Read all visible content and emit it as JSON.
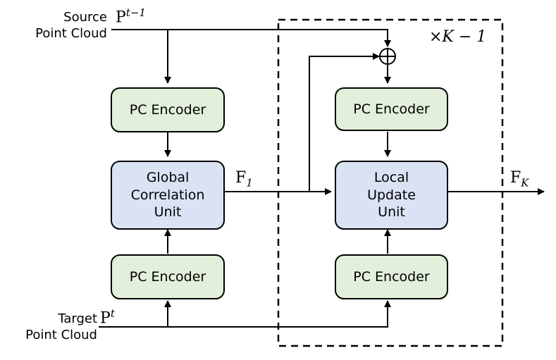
{
  "inputs": {
    "source_label_line1": "Source",
    "source_label_line2": "Point Cloud",
    "source_symbol_base": "P",
    "source_symbol_sup": "t−1",
    "target_label_line1": "Target",
    "target_label_line2": "Point Cloud",
    "target_symbol_base": "P",
    "target_symbol_sup": "t"
  },
  "left_column": {
    "top_encoder": "PC Encoder",
    "correlation_line1": "Global",
    "correlation_line2": "Correlation",
    "correlation_line3": "Unit",
    "bottom_encoder": "PC Encoder"
  },
  "right_column": {
    "top_encoder": "PC Encoder",
    "update_line1": "Local",
    "update_line2": "Update",
    "update_line3": "Unit",
    "bottom_encoder": "PC Encoder"
  },
  "flows": {
    "f1_base": "F",
    "f1_sub": "1",
    "fk_base": "F",
    "fk_sub": "K"
  },
  "repeat_label": "×K − 1"
}
